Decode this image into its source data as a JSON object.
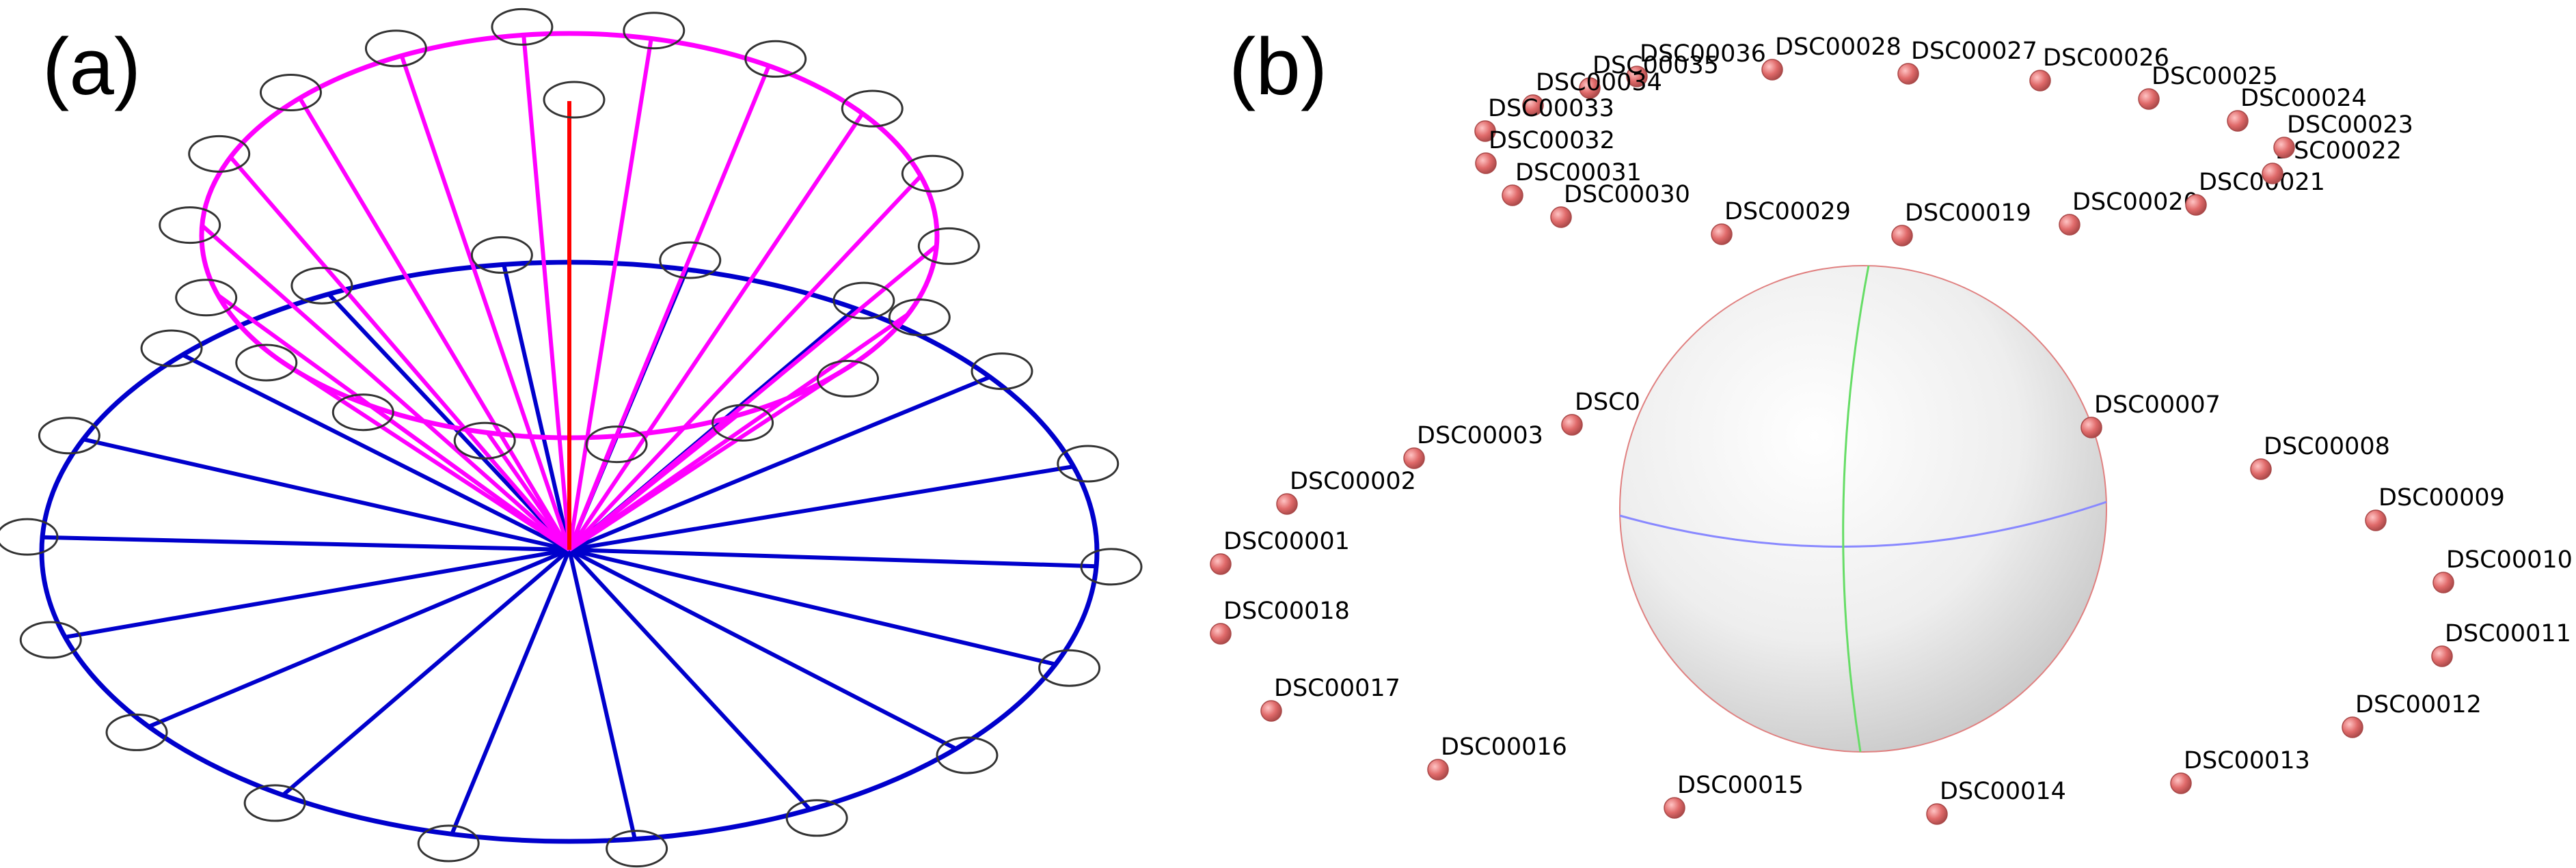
{
  "panel_a": {
    "label": "(a)",
    "colors": {
      "upper_ring": "#ff00ff",
      "lower_ring": "#0000cc",
      "axis": "#ff0000",
      "camera": "#333333"
    }
  },
  "panel_b": {
    "label": "(b)",
    "colors": {
      "marker": "#e06a6a",
      "marker_edge": "#a84848",
      "sphere": "#e6e6e6",
      "meridian": "#66dd66",
      "equator": "#8888ff",
      "rim": "#e08080"
    },
    "cameras": [
      "DSC00001",
      "DSC00002",
      "DSC00003",
      "DSC0",
      "DSC00007",
      "DSC00008",
      "DSC00009",
      "DSC00010",
      "DSC00011",
      "DSC00012",
      "DSC00013",
      "DSC00014",
      "DSC00015",
      "DSC00016",
      "DSC00017",
      "DSC00018",
      "DSC00019",
      "DSC00020",
      "DSC00021",
      "DSC00022",
      "DSC00023",
      "DSC00024",
      "DSC00025",
      "DSC00026",
      "DSC00027",
      "DSC00028",
      "DSC00036",
      "DSC00035",
      "DSC00034",
      "DSC00033",
      "DSC00032",
      "DSC00031",
      "DSC00030",
      "DSC00029"
    ]
  }
}
